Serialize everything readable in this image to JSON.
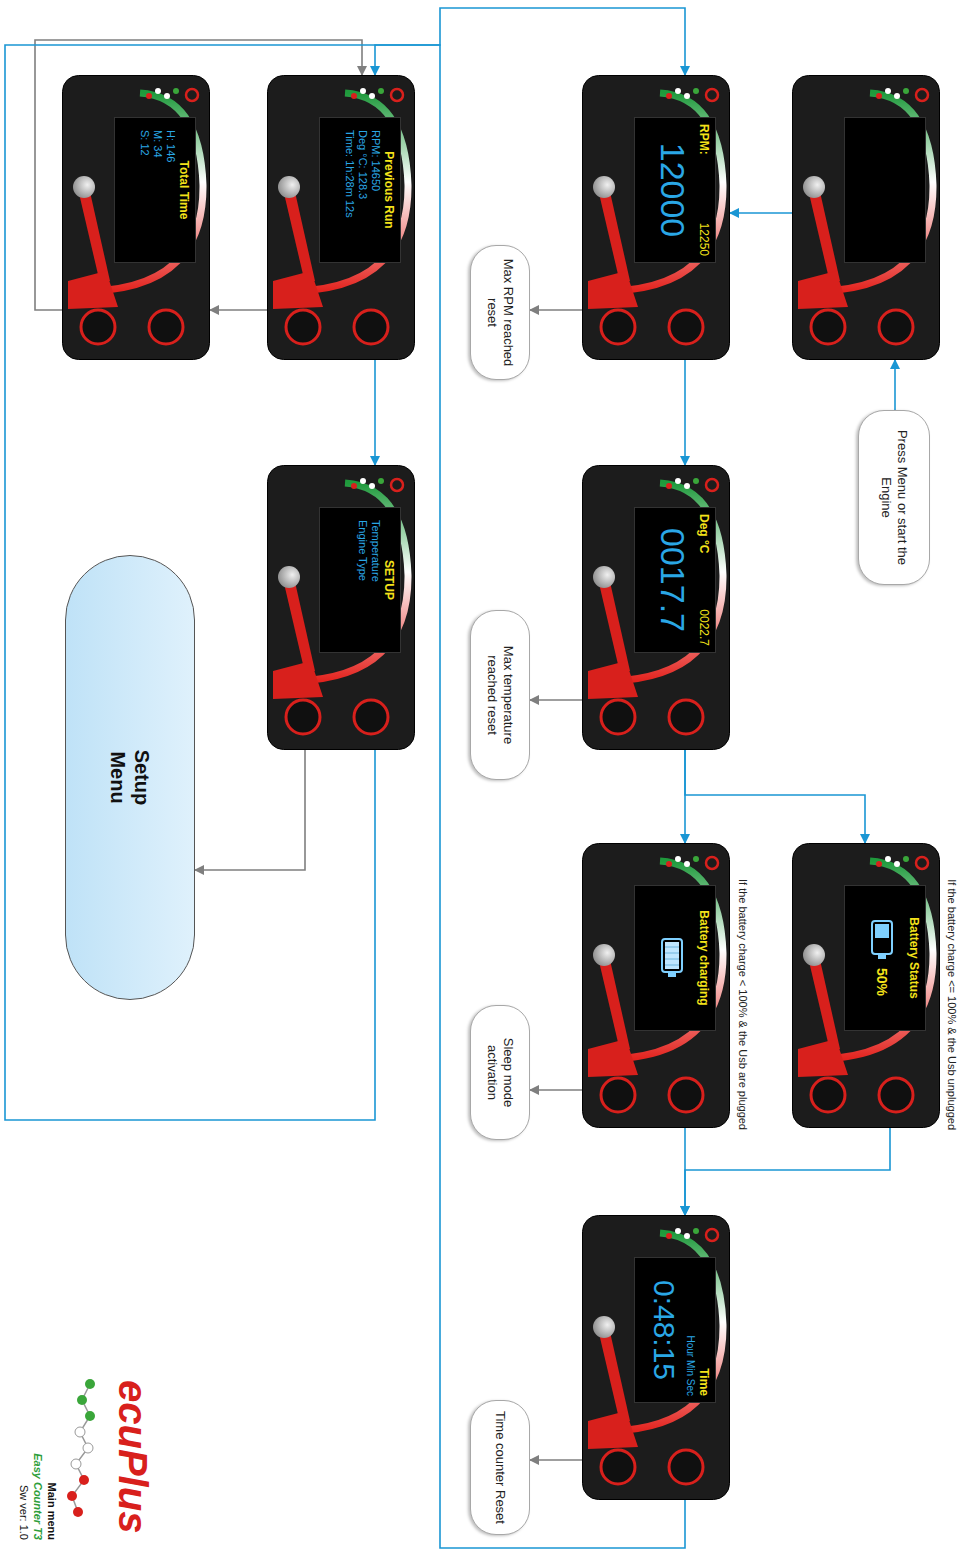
{
  "diagram": {
    "nodes": [
      {
        "text": []
      },
      {
        "text": [
          "Press Menu or start the Engine"
        ]
      },
      {
        "text": [
          "Battery Status",
          "50%"
        ]
      },
      {
        "text": [
          "RPM:",
          "12250",
          "12000"
        ]
      },
      {
        "text": [
          "Deg °C",
          "0022.7",
          "0017.7"
        ]
      },
      {
        "text": [
          "Battery charging"
        ]
      },
      {
        "text": [
          "Time",
          "Hour Min Sec",
          "0:48:15"
        ]
      },
      {
        "text": [
          "Max RPM reached reset"
        ]
      },
      {
        "text": [
          "Max temperature reached reset"
        ]
      },
      {
        "text": [
          "Sleep mode activation"
        ]
      },
      {
        "text": [
          "Time counter Reset"
        ]
      },
      {
        "text": [
          "Previous Run",
          "RPM: 14650",
          "Deg °C: 128.3",
          "Time: 1h:28m 12s"
        ]
      },
      {
        "text": [
          "SETUP",
          "Temperature",
          "Engine Type"
        ]
      },
      {
        "text": [
          "Total Time",
          "H: 146",
          "M: 34",
          "S: 12"
        ]
      },
      {
        "text": [
          "Setup Menu"
        ]
      }
    ],
    "edges": [
      {
        "from": 1,
        "to": 0,
        "arrow": "to"
      },
      {
        "from": 0,
        "to": 3,
        "arrow": "to"
      },
      {
        "from": 3,
        "to": 7,
        "arrow": "to"
      },
      {
        "from": 3,
        "to": 4,
        "arrow": "to"
      },
      {
        "from": 4,
        "to": 8,
        "arrow": "to"
      },
      {
        "from": 4,
        "to": 2,
        "arrow": "to"
      },
      {
        "from": 4,
        "to": 5,
        "arrow": "to"
      },
      {
        "from": 5,
        "to": 9,
        "arrow": "to"
      },
      {
        "from": 2,
        "to": 6,
        "arrow": "to"
      },
      {
        "from": 5,
        "to": 6,
        "arrow": "to"
      },
      {
        "from": 6,
        "to": 10,
        "arrow": "to"
      },
      {
        "from": 6,
        "to": 11,
        "arrow": "to"
      },
      {
        "from": 11,
        "to": 12,
        "arrow": "to"
      },
      {
        "from": 11,
        "to": 13,
        "arrow": "to"
      },
      {
        "from": 13,
        "to": 11,
        "arrow": "to"
      },
      {
        "from": 12,
        "to": 14,
        "arrow": "to"
      },
      {
        "from": 12,
        "to": 3,
        "arrow": "to"
      }
    ],
    "labels": [
      "If the battery charge <= 100% & the Usb unplugged",
      "If the battery charge < 100% & the Usb are plugged",
      "ecuPlus",
      "Main menu",
      "Easy Counter T3",
      "Sw ver: 1.0"
    ]
  }
}
